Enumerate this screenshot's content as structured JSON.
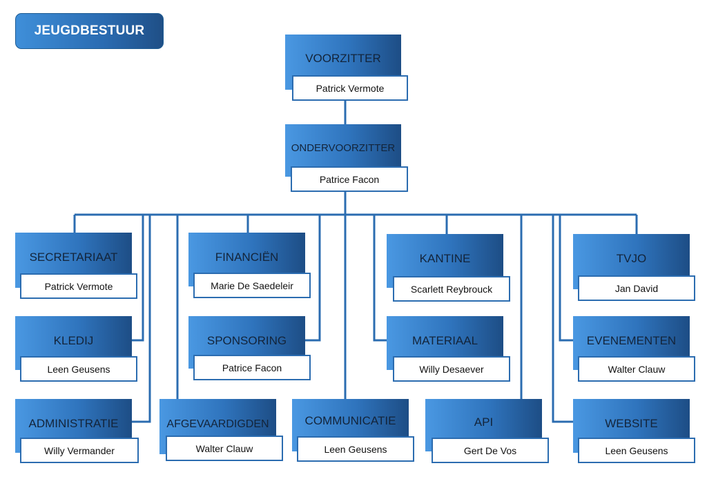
{
  "title": "JEUGDBESTUUR",
  "colors": {
    "line": "#2b6cb0",
    "box_gradient_start": "#4a98e2",
    "box_gradient_end": "#1d4d85",
    "text": "#13243a"
  },
  "roles": {
    "voorzitter": {
      "label": "VOORZITTER",
      "person": "Patrick Vermote"
    },
    "ondervoorzitter": {
      "label": "ONDERVOORZITTER",
      "person": "Patrice Facon"
    },
    "secretariaat": {
      "label": "SECRETARIAAT",
      "person": "Patrick Vermote"
    },
    "kledij": {
      "label": "KLEDIJ",
      "person": "Leen Geusens"
    },
    "administratie": {
      "label": "ADMINISTRATIE",
      "person": "Willy Vermander"
    },
    "financien": {
      "label": "FINANCIËN",
      "person": "Marie De Saedeleir"
    },
    "sponsoring": {
      "label": "SPONSORING",
      "person": "Patrice Facon"
    },
    "afgevaardigden": {
      "label": "AFGEVAARDIGDEN",
      "person": "Walter Clauw"
    },
    "communicatie": {
      "label": "COMMUNICATIE",
      "person": "Leen Geusens"
    },
    "kantine": {
      "label": "KANTINE",
      "person": "Scarlett Reybrouck"
    },
    "materiaal": {
      "label": "MATERIAAL",
      "person": "Willy Desaever"
    },
    "api": {
      "label": "API",
      "person": "Gert De Vos"
    },
    "tvjo": {
      "label": "TVJO",
      "person": "Jan David"
    },
    "evenementen": {
      "label": "EVENEMENTEN",
      "person": "Walter Clauw"
    },
    "website": {
      "label": "WEBSITE",
      "person": "Leen Geusens"
    }
  }
}
